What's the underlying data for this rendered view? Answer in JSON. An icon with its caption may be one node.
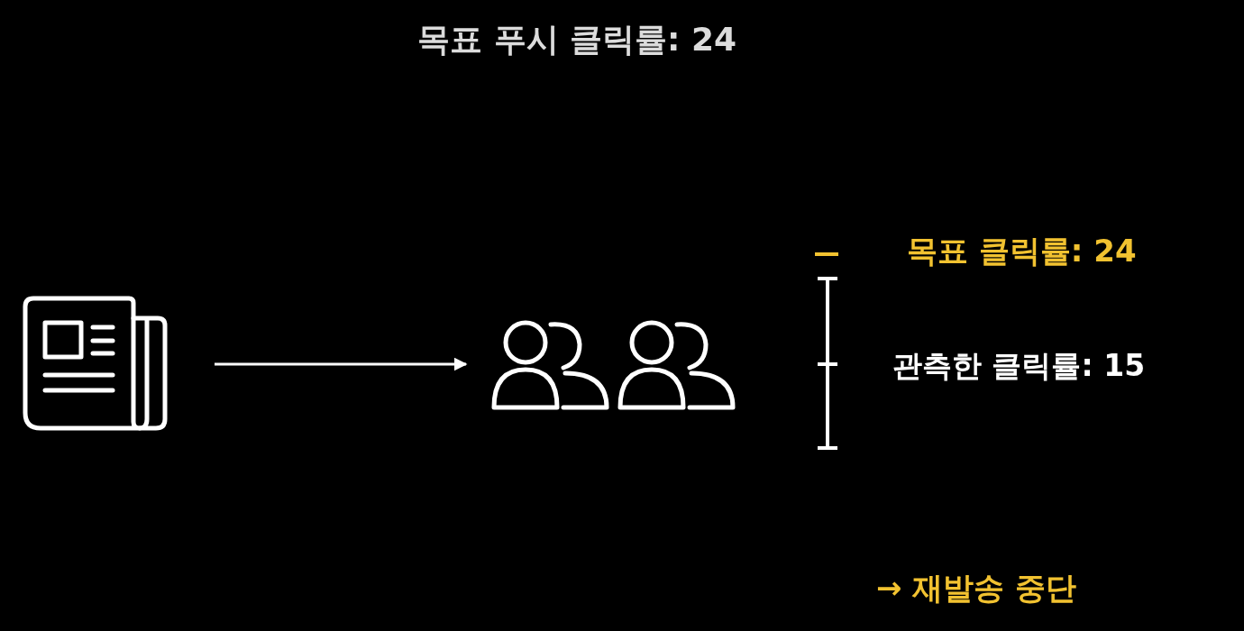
{
  "diagram": {
    "nodes": [
      {
        "text": [],
        "shape": "newspaper"
      },
      {
        "text": [],
        "shape": "person"
      }
    ],
    "edges": [
      {
        "from": 0,
        "to": 1,
        "arrow": "to"
      }
    ],
    "labels": [
      "목표 푸시 클릭률: 24",
      "목표 클릭률: 24",
      "관측한 클릭률: 15",
      "→ 재발송 중단"
    ]
  }
}
